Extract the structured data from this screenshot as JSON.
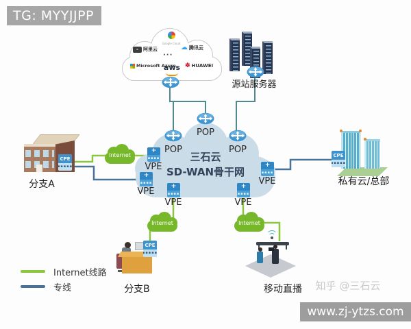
{
  "banners": {
    "top": "TG: MYYJJPP",
    "bottom_url": "www.zj-ytzs.com",
    "credit": "知乎 @三石云"
  },
  "public_cloud": {
    "providers": {
      "google_caption": "Google Cloud",
      "alibaba": "阿里云",
      "tencent": "腾讯云",
      "azure": "Microsoft Azure",
      "aws": "aws",
      "huawei": "HUAWEI"
    },
    "ellipsis": "···"
  },
  "origin_servers": {
    "label": "源站服务器"
  },
  "backbone": {
    "name": "三石云",
    "network": "SD-WAN骨干网"
  },
  "pops": [
    {
      "label": "POP"
    },
    {
      "label": "POP"
    },
    {
      "label": "POP"
    }
  ],
  "vpes": [
    {
      "label": "VPE"
    },
    {
      "label": "VPE"
    },
    {
      "label": "VPE"
    },
    {
      "label": "VPE"
    },
    {
      "label": "VPE"
    }
  ],
  "internet": {
    "label": "Internet"
  },
  "cpe": {
    "label": "CPE",
    "ports": "▪▪▪▪▪"
  },
  "vpe_icon": {
    "cross": "+",
    "ports": "▪▪▪▪"
  },
  "sites": {
    "branch_a": {
      "label": "分支A"
    },
    "private_cloud": {
      "label": "私有云/总部"
    },
    "branch_b": {
      "label": "分支B"
    },
    "mobile_live": {
      "label": "移动直播"
    }
  },
  "legend": {
    "items": [
      {
        "label": "Internet线路",
        "color": "#8cc63f"
      },
      {
        "label": "专线",
        "color": "#4a7296"
      }
    ]
  },
  "colors": {
    "banner_gray": "#a6a6a6",
    "banner_bottom_gray": "#9d9d9d",
    "internet_line": "#8cc63f",
    "dedicated_line": "#4a7296",
    "backbone_line": "#53878f",
    "backbone_cloud": "#cbdce9",
    "internet_cloud": "#76b82a",
    "device_blue": "#3f93cc"
  }
}
